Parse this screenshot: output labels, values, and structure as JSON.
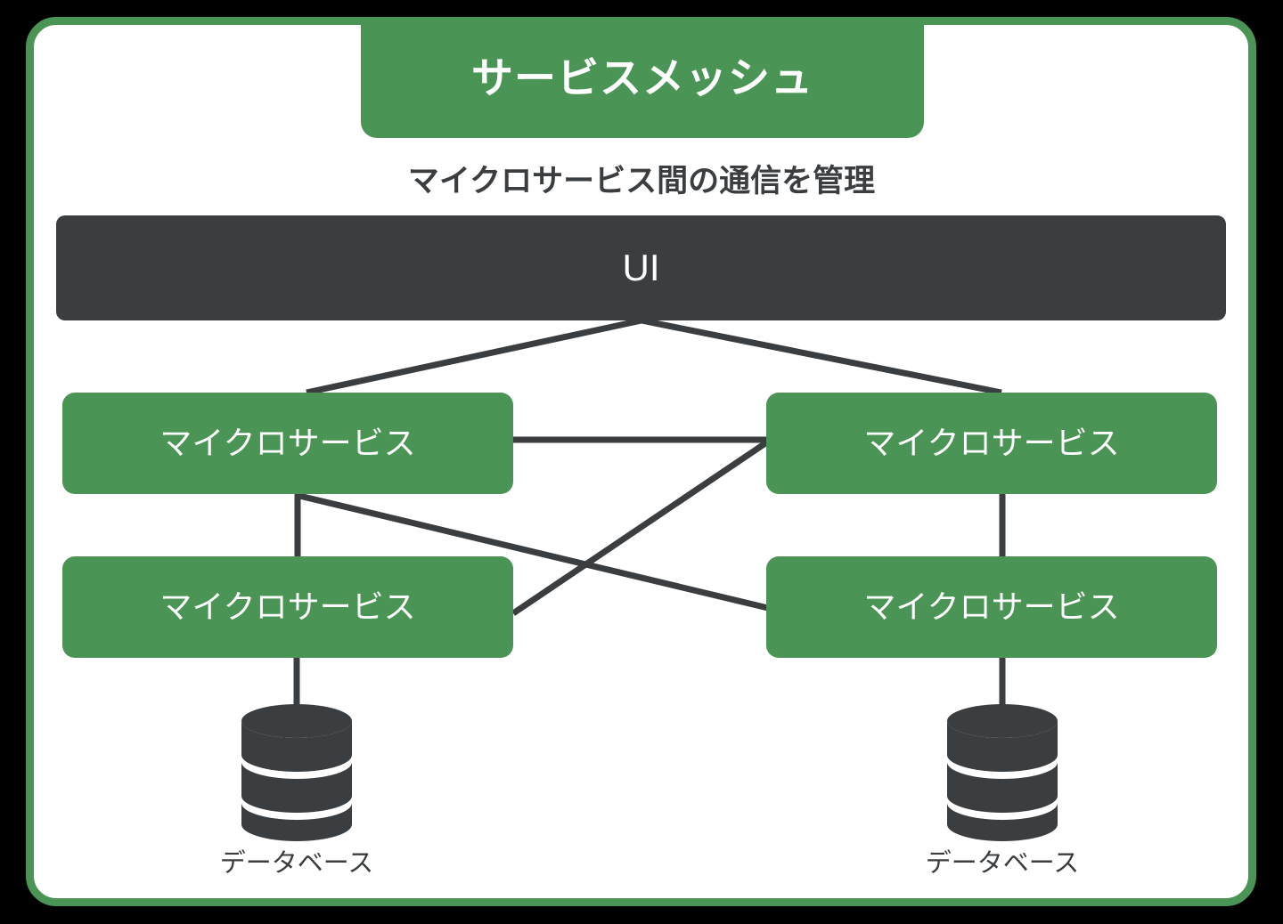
{
  "diagram": {
    "title": "サービスメッシュ",
    "subtitle": "マイクロサービス間の通信を管理",
    "colors": {
      "accent_green": "#4a9455",
      "dark_slate": "#3b3e40",
      "panel_background": "#ffffff",
      "page_background": "#000000",
      "text_on_accent": "#ffffff"
    },
    "top_bar": {
      "label": "UI",
      "shape": "rounded-rectangle",
      "fill": "#3b3e40"
    },
    "nodes": [
      {
        "id": "ms-top-left",
        "label": "マイクロサービス",
        "type": "microservice",
        "fill": "#4a9455"
      },
      {
        "id": "ms-top-right",
        "label": "マイクロサービス",
        "type": "microservice",
        "fill": "#4a9455"
      },
      {
        "id": "ms-bottom-left",
        "label": "マイクロサービス",
        "type": "microservice",
        "fill": "#4a9455"
      },
      {
        "id": "ms-bottom-right",
        "label": "マイクロサービス",
        "type": "microservice",
        "fill": "#4a9455"
      }
    ],
    "databases": [
      {
        "id": "db-left",
        "label": "データベース",
        "icon": "database-cylinder-icon",
        "fill": "#3b3e40"
      },
      {
        "id": "db-right",
        "label": "データベース",
        "icon": "database-cylinder-icon",
        "fill": "#3b3e40"
      }
    ],
    "connections": [
      {
        "from": "UI",
        "to": "ms-top-left"
      },
      {
        "from": "UI",
        "to": "ms-top-right"
      },
      {
        "from": "ms-top-left",
        "to": "ms-top-right"
      },
      {
        "from": "ms-top-left",
        "to": "ms-bottom-left"
      },
      {
        "from": "ms-top-left",
        "to": "ms-bottom-right"
      },
      {
        "from": "ms-bottom-left",
        "to": "ms-top-right"
      },
      {
        "from": "ms-top-right",
        "to": "ms-bottom-right"
      },
      {
        "from": "ms-bottom-left",
        "to": "db-left"
      },
      {
        "from": "ms-bottom-right",
        "to": "db-right"
      }
    ]
  }
}
